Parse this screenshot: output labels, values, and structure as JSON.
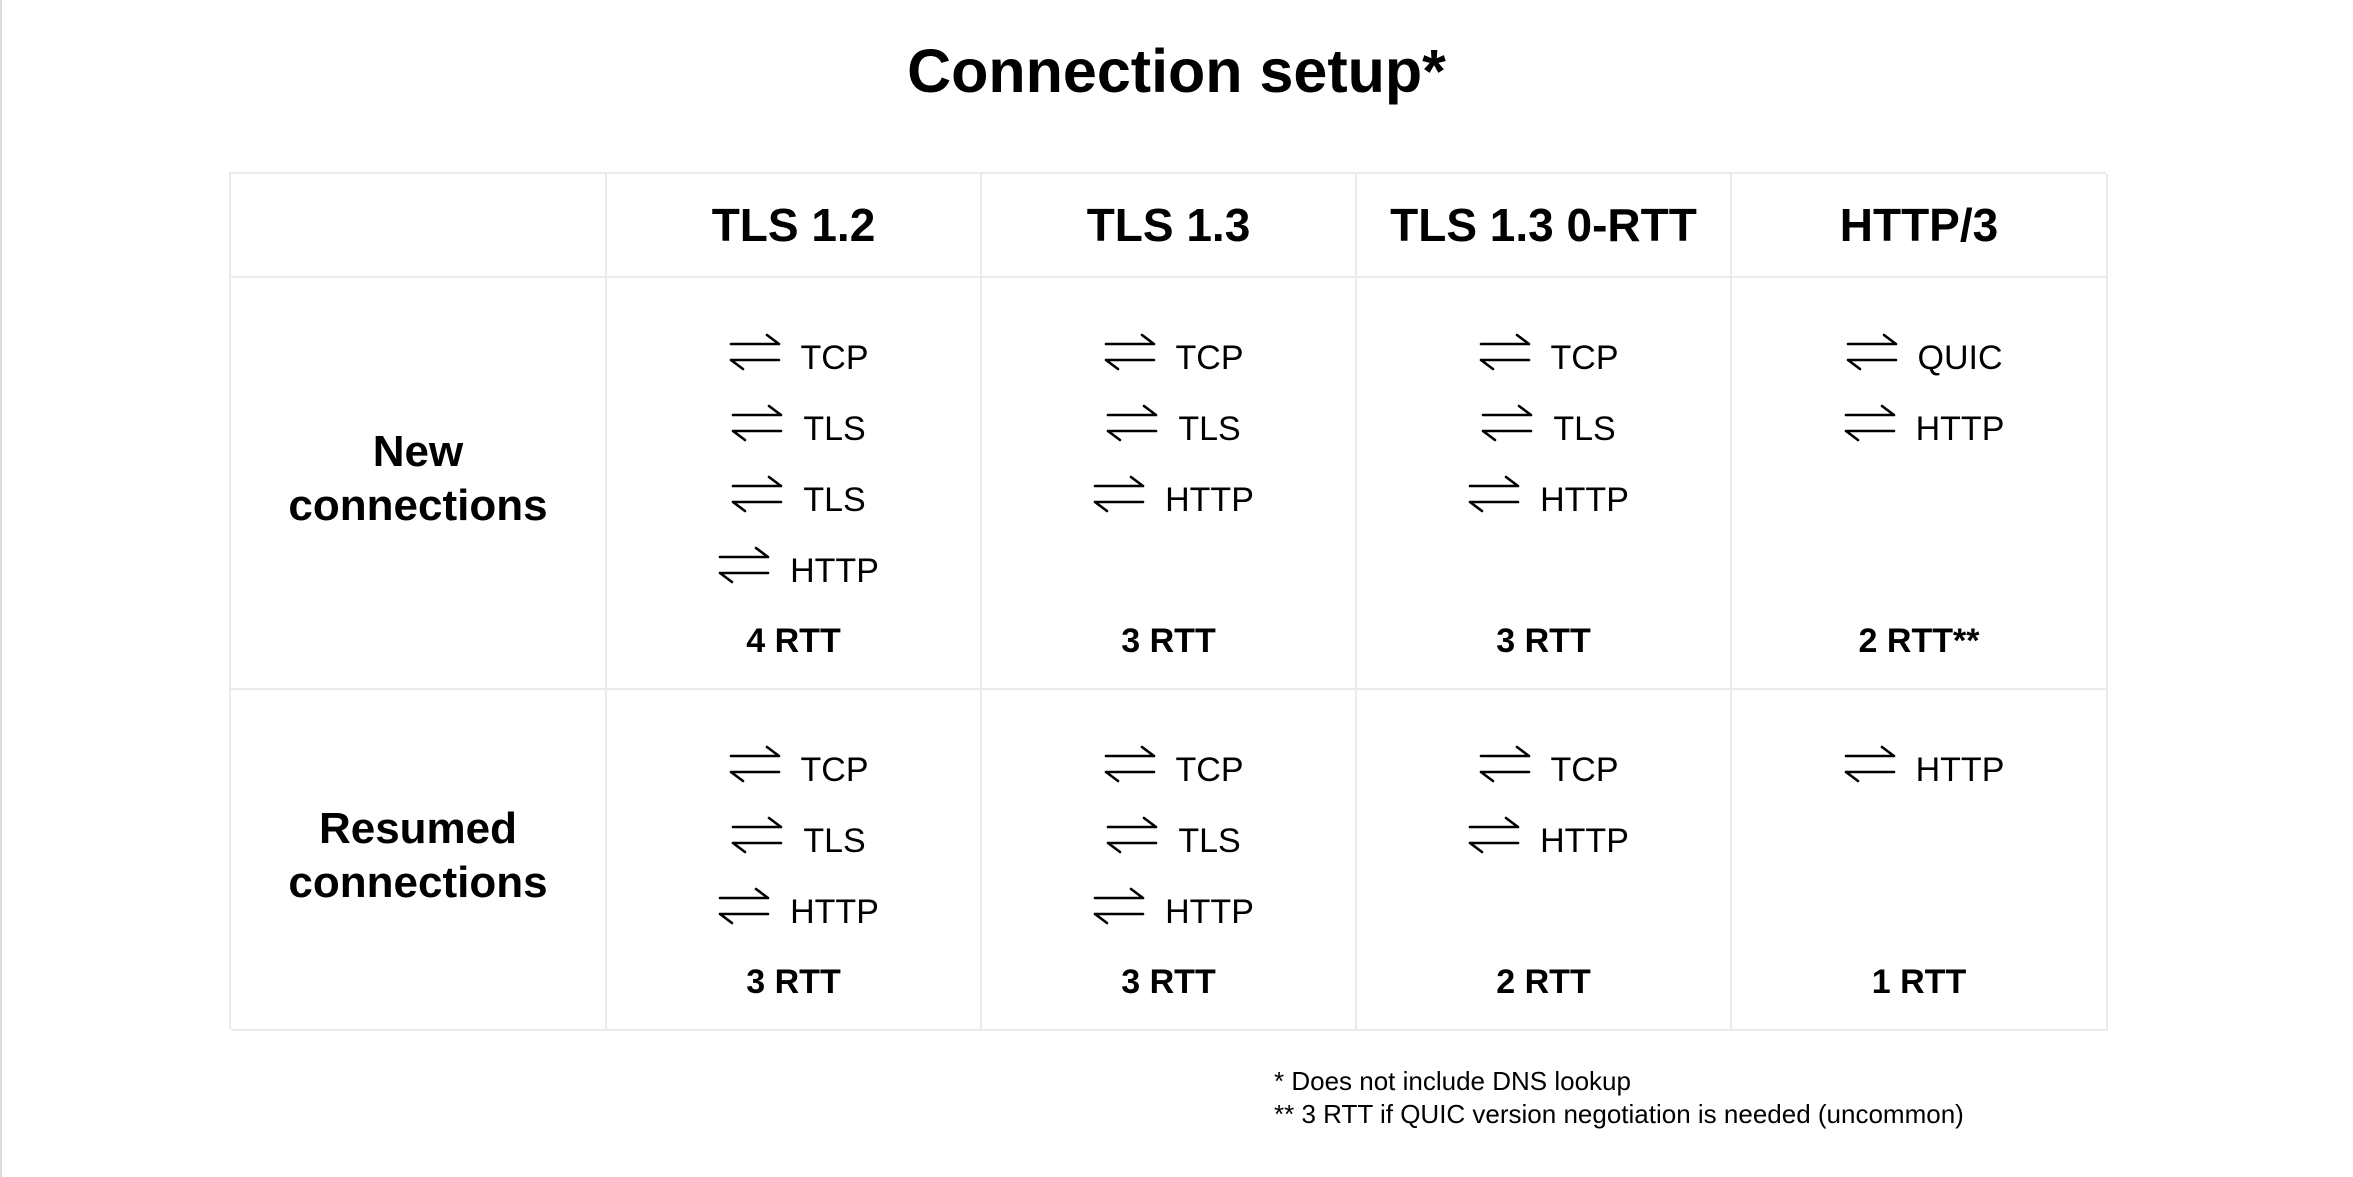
{
  "title": "Connection setup*",
  "columns": [
    "TLS 1.2",
    "TLS 1.3",
    "TLS 1.3 0-RTT",
    "HTTP/3"
  ],
  "rows": [
    {
      "label_lines": [
        "New",
        "connections"
      ],
      "cells": [
        {
          "steps": [
            "TCP",
            "TLS",
            "TLS",
            "HTTP"
          ],
          "rtt": "4 RTT"
        },
        {
          "steps": [
            "TCP",
            "TLS",
            "HTTP"
          ],
          "rtt": "3 RTT"
        },
        {
          "steps": [
            "TCP",
            "TLS",
            "HTTP"
          ],
          "rtt": "3 RTT"
        },
        {
          "steps": [
            "QUIC",
            "HTTP"
          ],
          "rtt": "2 RTT**"
        }
      ]
    },
    {
      "label_lines": [
        "Resumed",
        "connections"
      ],
      "cells": [
        {
          "steps": [
            "TCP",
            "TLS",
            "HTTP"
          ],
          "rtt": "3 RTT"
        },
        {
          "steps": [
            "TCP",
            "TLS",
            "HTTP"
          ],
          "rtt": "3 RTT"
        },
        {
          "steps": [
            "TCP",
            "HTTP"
          ],
          "rtt": "2 RTT"
        },
        {
          "steps": [
            "HTTP"
          ],
          "rtt": "1 RTT"
        }
      ]
    }
  ],
  "footnotes": [
    "* Does not include DNS lookup",
    "** 3 RTT if QUIC version negotiation is needed (uncommon)"
  ],
  "icons": {
    "step": "round-trip-arrows-icon"
  },
  "colors": {
    "grid_line": "#ebebeb",
    "text": "#000000",
    "background": "#ffffff"
  }
}
